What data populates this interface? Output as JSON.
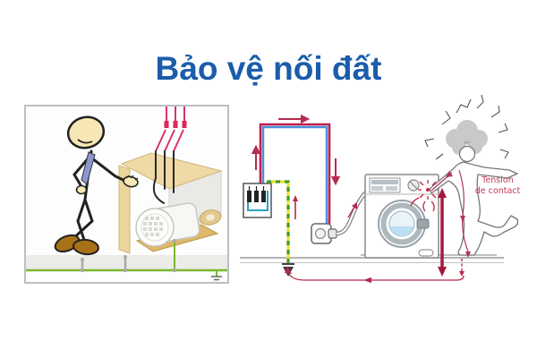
{
  "title": {
    "text": "Bảo vệ nối đất",
    "color": "#1a5dab"
  },
  "left_illustration": {
    "name": "earthed-motor-enclosure-cartoon",
    "colors": {
      "earth_line_green": "#7cb82f",
      "live_wire_pink": "#d6336c",
      "wire_black": "#2a2a2a",
      "enclosure_beige": "#efd9a4",
      "motor_white": "#fafaf8",
      "skin": "#f7e7b5",
      "tie_blue": "#8b97d1",
      "shoes_brown": "#a97117",
      "frame_border": "#b9c0c6"
    }
  },
  "right_illustration": {
    "name": "contact-voltage-fault-diagram",
    "labels": {
      "contact_voltage_line1": "Tension",
      "contact_voltage_line2": "de contact"
    },
    "colors": {
      "live_wire_red": "#c01e50",
      "neutral_wire_blue": "#4a90d9",
      "earth_wire_yellow": "#e6e22e",
      "earth_wire_green": "#3f9b35",
      "current_arrow_red": "#b52b4d",
      "label_red": "#c23b5a",
      "outline_gray": "#777777",
      "door_water_blue": "#bcdff2"
    }
  }
}
